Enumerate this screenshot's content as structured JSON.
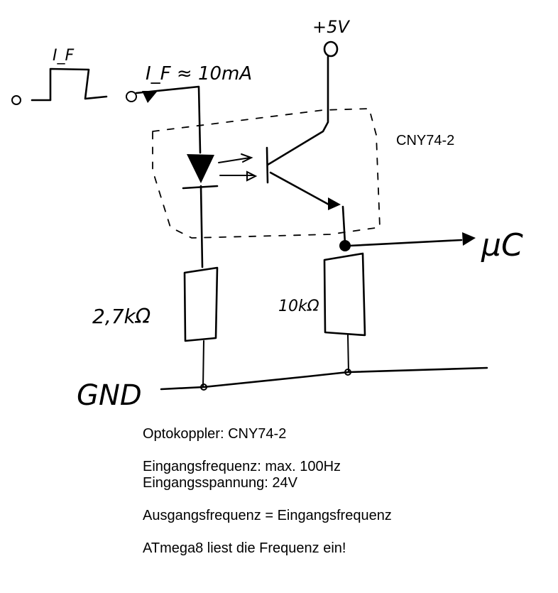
{
  "diagram": {
    "title": "Optokoppler-Schaltung",
    "labels": {
      "input_pulse": "I_F",
      "input_current": "I_F ≈ 10mA",
      "supply": "+5V",
      "part": "CNY74-2",
      "r_led": "2,7kΩ",
      "r_pull": "10kΩ",
      "ground": "GND",
      "output": "µC"
    },
    "components": [
      {
        "type": "input-terminal",
        "label": "square-pulse input"
      },
      {
        "type": "led",
        "label": "IR LED of optocoupler"
      },
      {
        "type": "phototransistor",
        "label": "NPN phototransistor"
      },
      {
        "type": "resistor",
        "value": "2,7kΩ"
      },
      {
        "type": "resistor",
        "value": "10kΩ"
      },
      {
        "type": "supply",
        "value": "+5V"
      },
      {
        "type": "ground",
        "value": "GND"
      },
      {
        "type": "output",
        "value": "µC"
      }
    ]
  },
  "notes": {
    "line1": "Optokoppler: CNY74-2",
    "line2": "Eingangsfrequenz: max. 100Hz",
    "line3": "Eingangsspannung: 24V",
    "line4": "Ausgangsfrequenz = Eingangsfrequenz",
    "line5": "ATmega8 liest die Frequenz ein!"
  }
}
